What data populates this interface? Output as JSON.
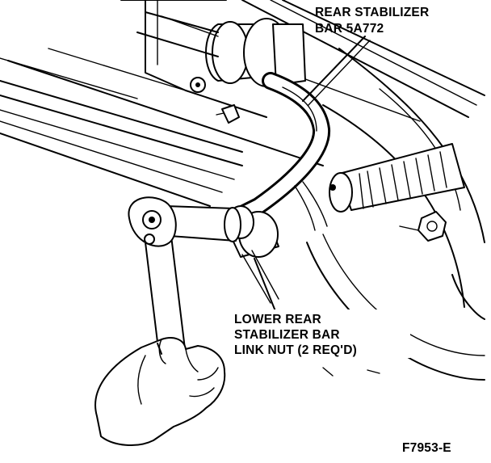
{
  "figure_id": "F7953-E",
  "callouts": {
    "stabilizer_bar": {
      "line1": "REAR STABILIZER",
      "line2": "BAR 5A772"
    },
    "link_nut": {
      "line1": "LOWER REAR",
      "line2": "STABILIZER BAR",
      "line3": "LINK NUT (2 REQ'D)"
    }
  },
  "icons": {
    "wrench": "wrench-icon",
    "hand": "hand-icon"
  }
}
